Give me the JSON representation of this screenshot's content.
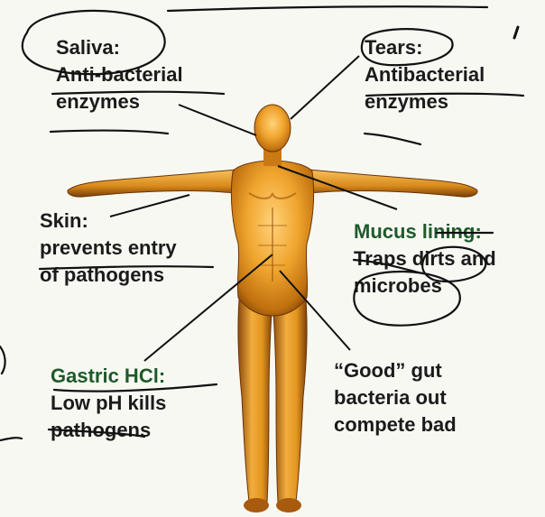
{
  "annotations": [
    {
      "id": "saliva",
      "title": "Saliva:",
      "lines": [
        "Anti-bacterial",
        "enzymes"
      ]
    },
    {
      "id": "tears",
      "title": "Tears:",
      "lines": [
        "Antibacterial",
        "enzymes"
      ]
    },
    {
      "id": "skin",
      "title": "Skin:",
      "lines": [
        "prevents entry",
        "of pathogens"
      ]
    },
    {
      "id": "mucus",
      "title": "Mucus lining:",
      "lines": [
        "Traps dirts and",
        "microbes"
      ]
    },
    {
      "id": "gastric",
      "title": "Gastric HCl:",
      "lines": [
        "Low pH kills",
        "pathogens"
      ]
    },
    {
      "id": "gut",
      "title": "“Good” gut",
      "lines": [
        "bacteria out",
        "compete bad"
      ]
    }
  ],
  "colors": {
    "text": "#1b1b1b",
    "heading_green": "#1f5a2a",
    "ink": "#111111",
    "body_light": "#f6b23a",
    "body_mid": "#d9861a",
    "body_dark": "#7a3f08"
  }
}
